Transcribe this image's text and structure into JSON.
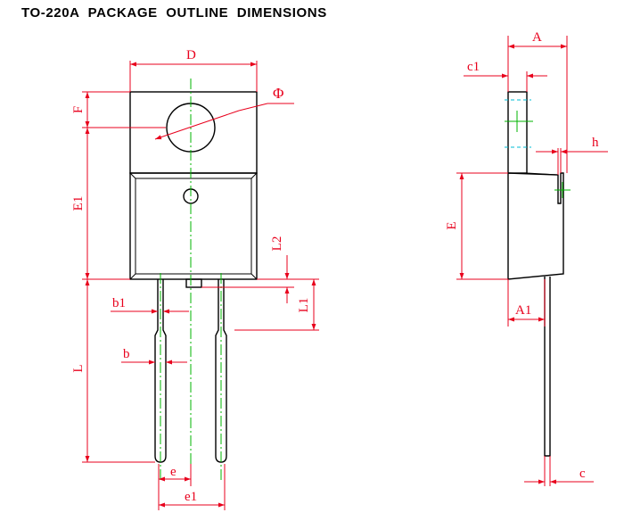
{
  "title": "TO-220A  PACKAGE  OUTLINE  DIMENSIONS",
  "labels": {
    "D": "D",
    "phi": "Φ",
    "F": "F",
    "E1": "E1",
    "L2": "L2",
    "L1": "L1",
    "b1": "b1",
    "b": "b",
    "L": "L",
    "e": "e",
    "e1": "e1",
    "A": "A",
    "c1": "c1",
    "h": "h",
    "E": "E",
    "A1": "A1",
    "c": "c"
  },
  "colors": {
    "dimension": "#e8001c",
    "centerline": "#00b400",
    "hidden": "#00bcd4",
    "outline": "#000000"
  }
}
